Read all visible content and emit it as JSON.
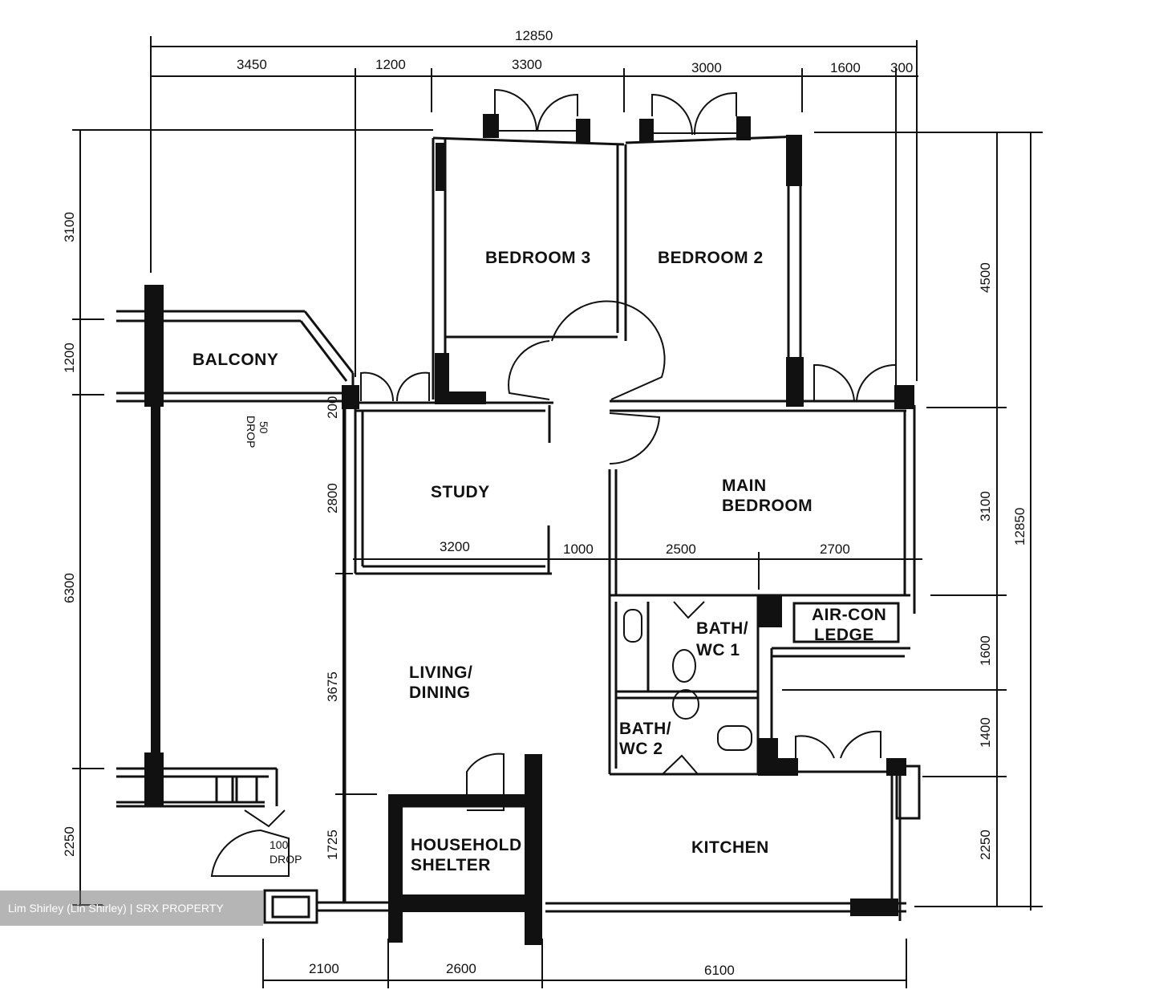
{
  "dimensions": {
    "overall_top": "12850",
    "top": [
      "3450",
      "1200",
      "3300",
      "3000",
      "1600",
      "300"
    ],
    "left": [
      "3100",
      "1200",
      "6300",
      "2250"
    ],
    "inner_left": [
      "200",
      "2800",
      "3675",
      "1725"
    ],
    "right": [
      "4500",
      "3100",
      "1600",
      "1400",
      "2250"
    ],
    "overall_right": "12850",
    "middle_row": [
      "3200",
      "1000",
      "2500",
      "2700"
    ],
    "bottom": [
      "2100",
      "2600",
      "6100"
    ]
  },
  "rooms": {
    "bedroom3": "BEDROOM 3",
    "bedroom2": "BEDROOM 2",
    "balcony": "BALCONY",
    "study": "STUDY",
    "main_bedroom_l1": "MAIN",
    "main_bedroom_l2": "BEDROOM",
    "bath1_l1": "BATH/",
    "bath1_l2": "WC 1",
    "aircon_l1": "AIR-CON",
    "aircon_l2": "LEDGE",
    "living_l1": "LIVING/",
    "living_l2": "DINING",
    "bath2_l1": "BATH/",
    "bath2_l2": "WC 2",
    "shelter_l1": "HOUSEHOLD",
    "shelter_l2": "SHELTER",
    "kitchen": "KITCHEN"
  },
  "notes": {
    "drop50_a": "50",
    "drop50_b": "DROP",
    "drop100_a": "100",
    "drop100_b": "DROP"
  },
  "watermark": "Lim Shirley (Lin Shirley) | SRX PROPERTY"
}
